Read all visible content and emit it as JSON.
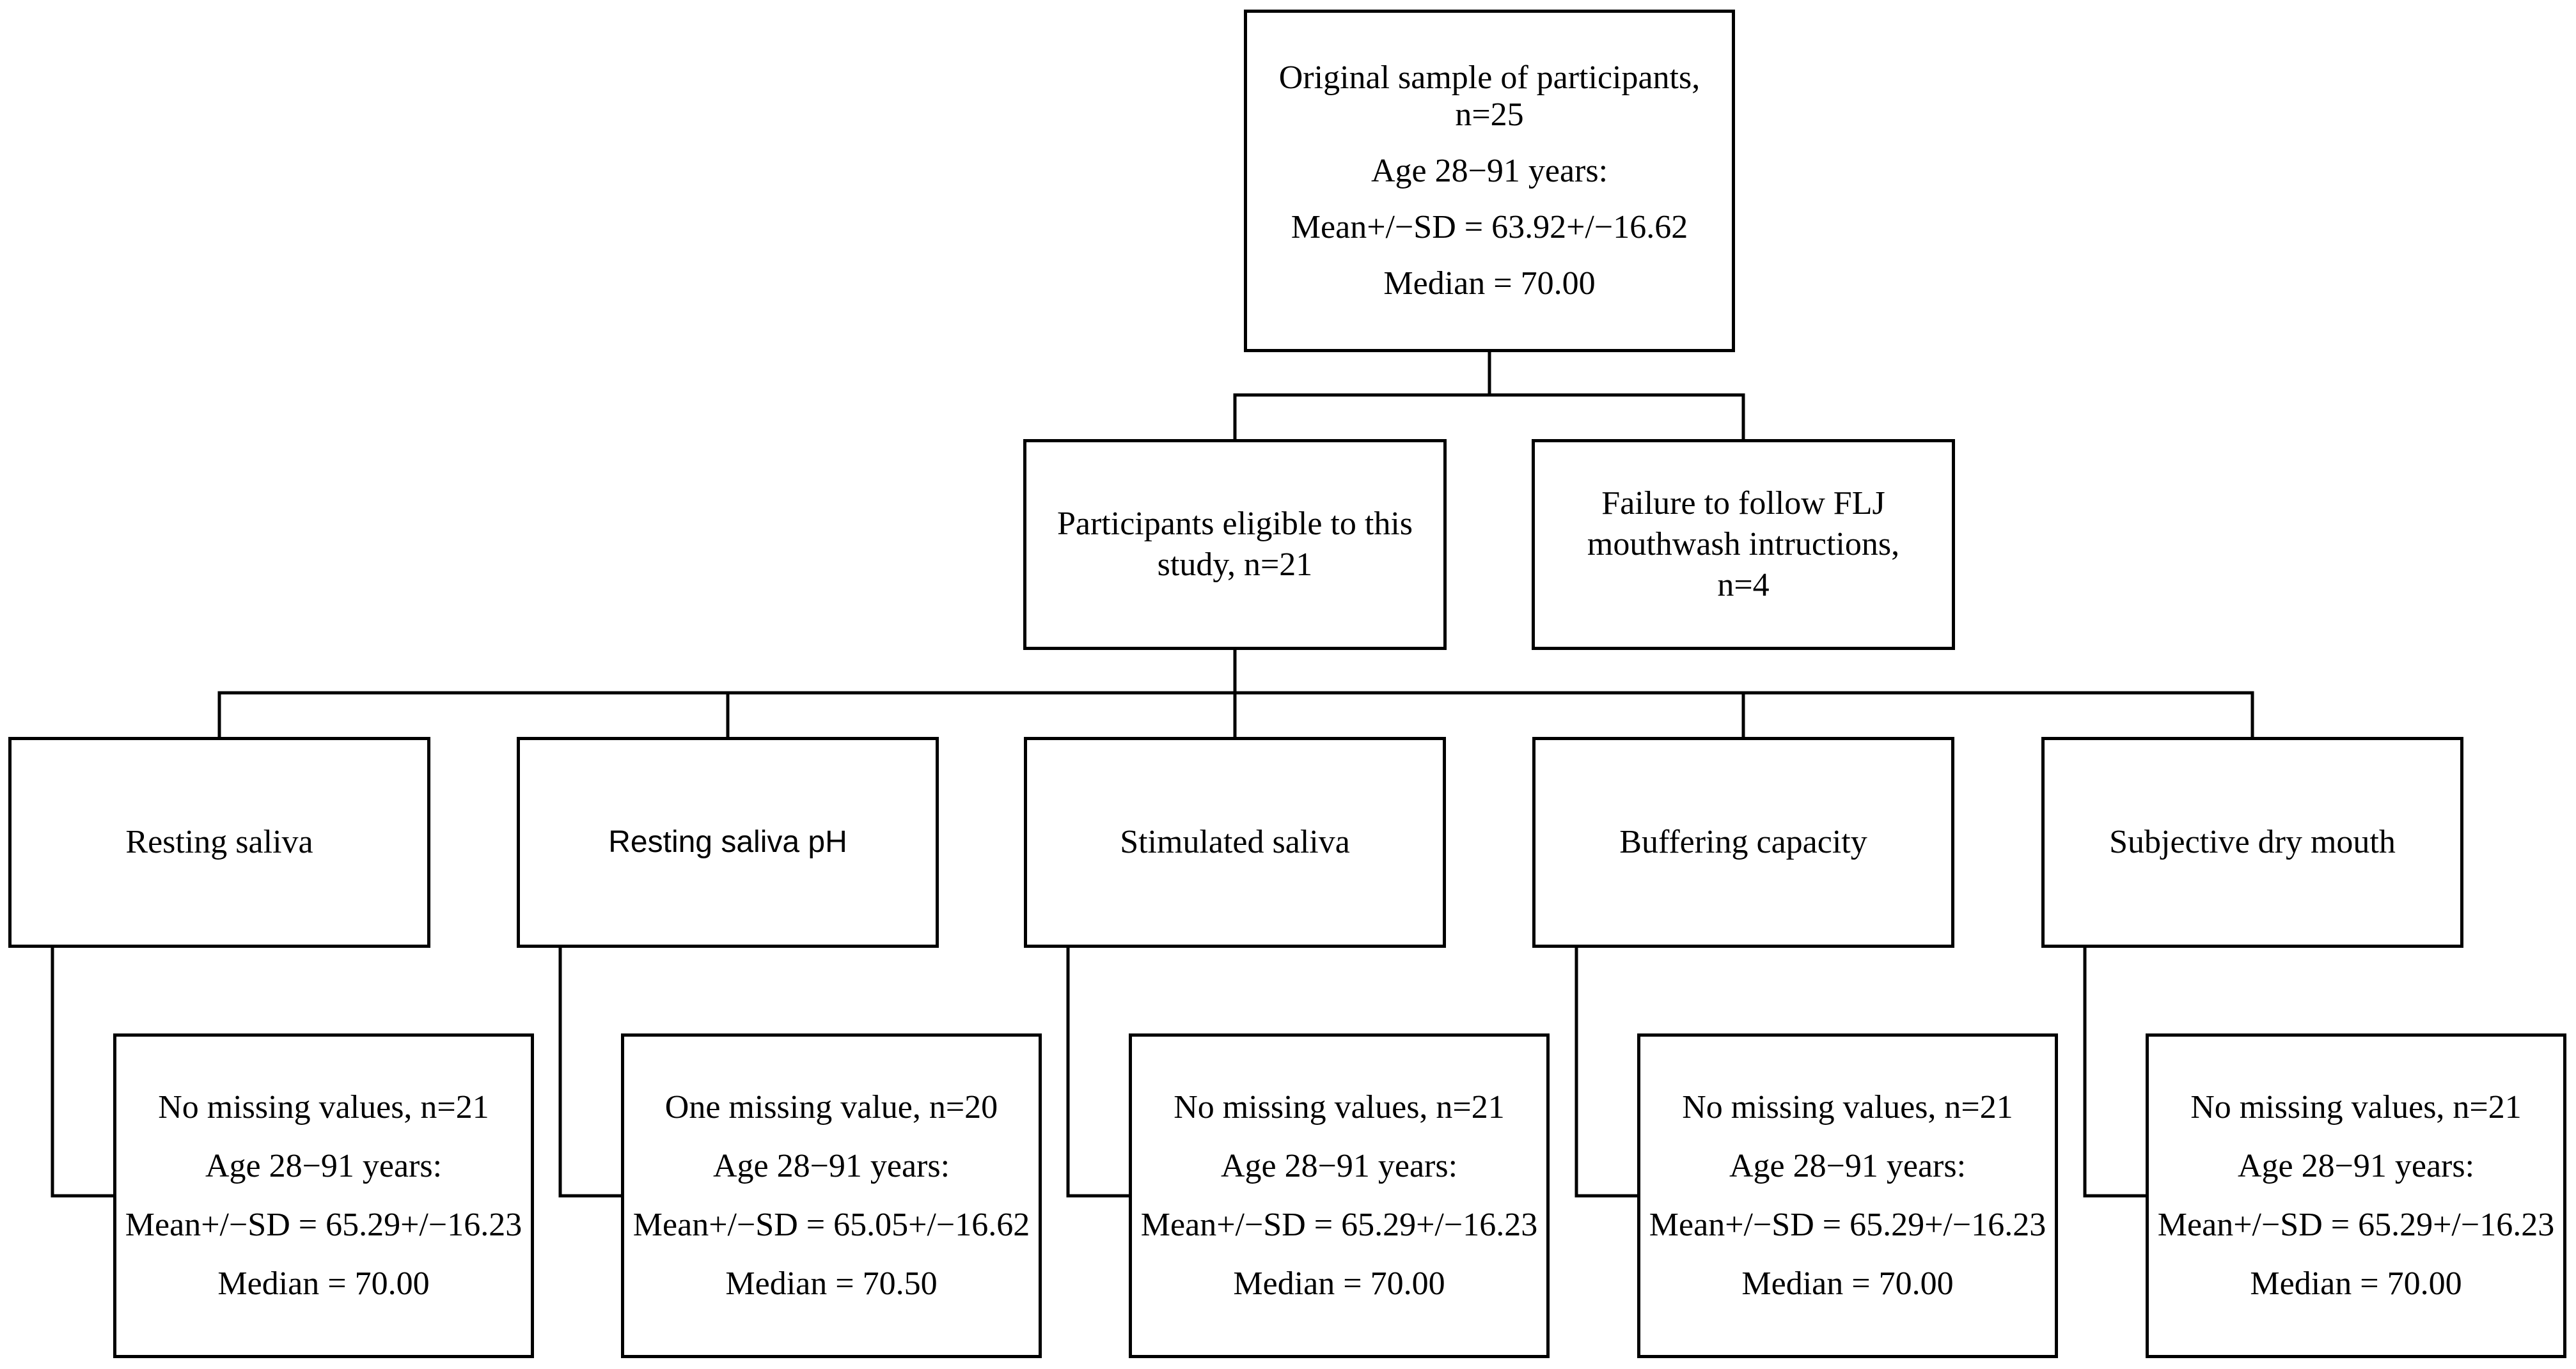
{
  "original": {
    "line1": "Original sample of participants,",
    "line2": "n=25",
    "age": "Age 28−91 years:",
    "mean_sd": "Mean+/−SD = 63.92+/−16.62",
    "median": "Median = 70.00"
  },
  "eligible": {
    "line1": "Participants eligible to this",
    "line2": "study, n=21"
  },
  "failure": {
    "line1": "Failure to follow FLJ",
    "line2": "mouthwash intructions,",
    "line3": "n=4"
  },
  "categories": [
    {
      "label": "Resting saliva"
    },
    {
      "label": "Resting saliva pH"
    },
    {
      "label": "Stimulated saliva"
    },
    {
      "label": "Buffering capacity"
    },
    {
      "label": "Subjective dry mouth"
    }
  ],
  "results": [
    {
      "missing": "No missing values, n=21",
      "age": "Age 28−91 years:",
      "mean_sd": "Mean+/−SD = 65.29+/−16.23",
      "median": "Median = 70.00"
    },
    {
      "missing": "One missing value, n=20",
      "age": "Age 28−91 years:",
      "mean_sd": "Mean+/−SD = 65.05+/−16.62",
      "median": "Median = 70.50"
    },
    {
      "missing": "No missing values, n=21",
      "age": "Age 28−91 years:",
      "mean_sd": "Mean+/−SD = 65.29+/−16.23",
      "median": "Median = 70.00"
    },
    {
      "missing": "No missing values, n=21",
      "age": "Age 28−91 years:",
      "mean_sd": "Mean+/−SD = 65.29+/−16.23",
      "median": "Median = 70.00"
    },
    {
      "missing": "No missing values, n=21",
      "age": "Age 28−91 years:",
      "mean_sd": "Mean+/−SD = 65.29+/−16.23",
      "median": "Median = 70.00"
    }
  ]
}
